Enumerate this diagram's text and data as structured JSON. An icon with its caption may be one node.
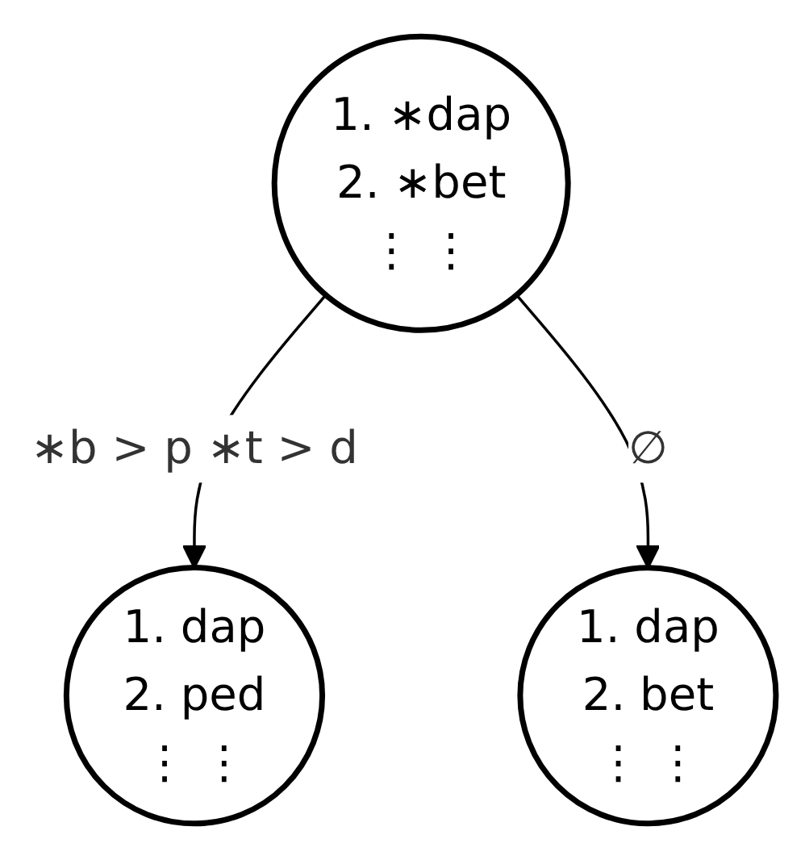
{
  "diagram": {
    "nodes": [
      {
        "text": [
          "1. ∗dap",
          "2. ∗bet",
          "⋮ ⋮"
        ]
      },
      {
        "text": [
          "1. dap",
          "2. ped",
          "⋮ ⋮"
        ]
      },
      {
        "text": [
          "1. dap",
          "2. bet",
          "⋮ ⋮"
        ]
      }
    ],
    "edges": [
      {
        "from": 0,
        "to": 1,
        "arrow": "to",
        "label": "∗b > p ∗t > d"
      },
      {
        "from": 0,
        "to": 2,
        "arrow": "to",
        "label": "∅"
      }
    ]
  }
}
